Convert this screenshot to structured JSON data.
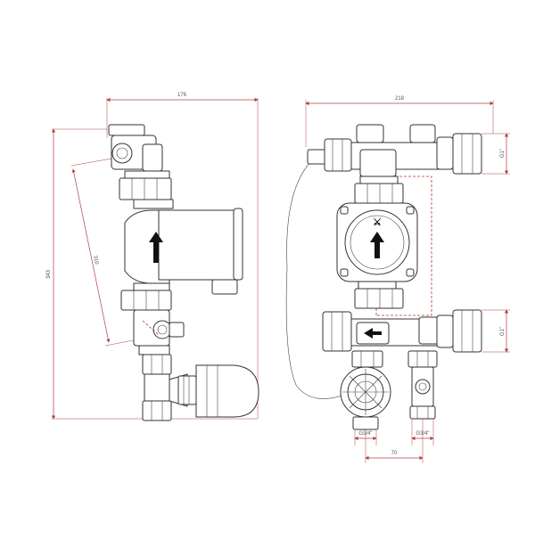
{
  "drawing": {
    "side_view": {
      "dim_width": "176",
      "dim_height": "343",
      "dim_diagonal": "310"
    },
    "front_view": {
      "dim_width": "218",
      "thread_top": "G1\"",
      "thread_mid": "G1\"",
      "thread_bottom_left": "G3/4\"",
      "thread_bottom_right": "G3/4\"",
      "dim_spacing": "70"
    }
  }
}
